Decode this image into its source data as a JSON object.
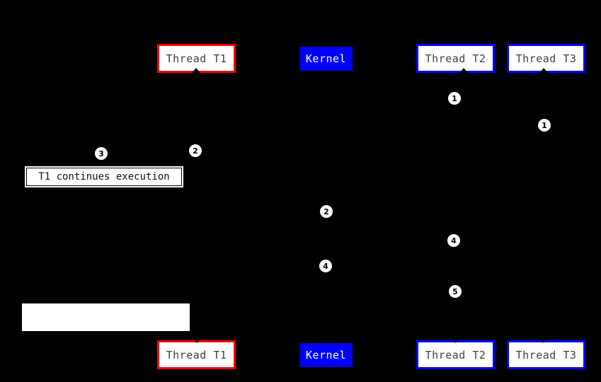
{
  "diagram": {
    "description": "thread-kernel-scheduling-sequence-diagram",
    "background": "#000000"
  },
  "colors": {
    "thread_t1_border": "#ff0000",
    "thread_t2_t3_border": "#0000ff",
    "kernel_fill": "#0000ff",
    "node_fill": "#ffffff",
    "node_text": "#3f3f3f",
    "kernel_text": "#ffffff",
    "step_circle_fill": "#ffffff",
    "step_circle_text": "#000000"
  },
  "top_row": {
    "thread_t1": "Thread T1",
    "kernel": "Kernel",
    "thread_t2": "Thread T2",
    "thread_t3": "Thread T3"
  },
  "bottom_row": {
    "thread_t1": "Thread T1",
    "kernel": "Kernel",
    "thread_t2": "Thread T2",
    "thread_t3": "Thread T3"
  },
  "steps": [
    {
      "id": "step-1-under-thread-t2",
      "label": "1"
    },
    {
      "id": "step-1-under-thread-t3",
      "label": "1"
    },
    {
      "id": "step-3-left",
      "label": "3"
    },
    {
      "id": "step-2-left",
      "label": "2"
    },
    {
      "id": "step-2-center",
      "label": "2"
    },
    {
      "id": "step-4-right",
      "label": "4"
    },
    {
      "id": "step-4-center",
      "label": "4"
    },
    {
      "id": "step-5-right",
      "label": "5"
    }
  ],
  "annotations": {
    "t1_continues": "T1 continues execution",
    "blank_label": ""
  }
}
